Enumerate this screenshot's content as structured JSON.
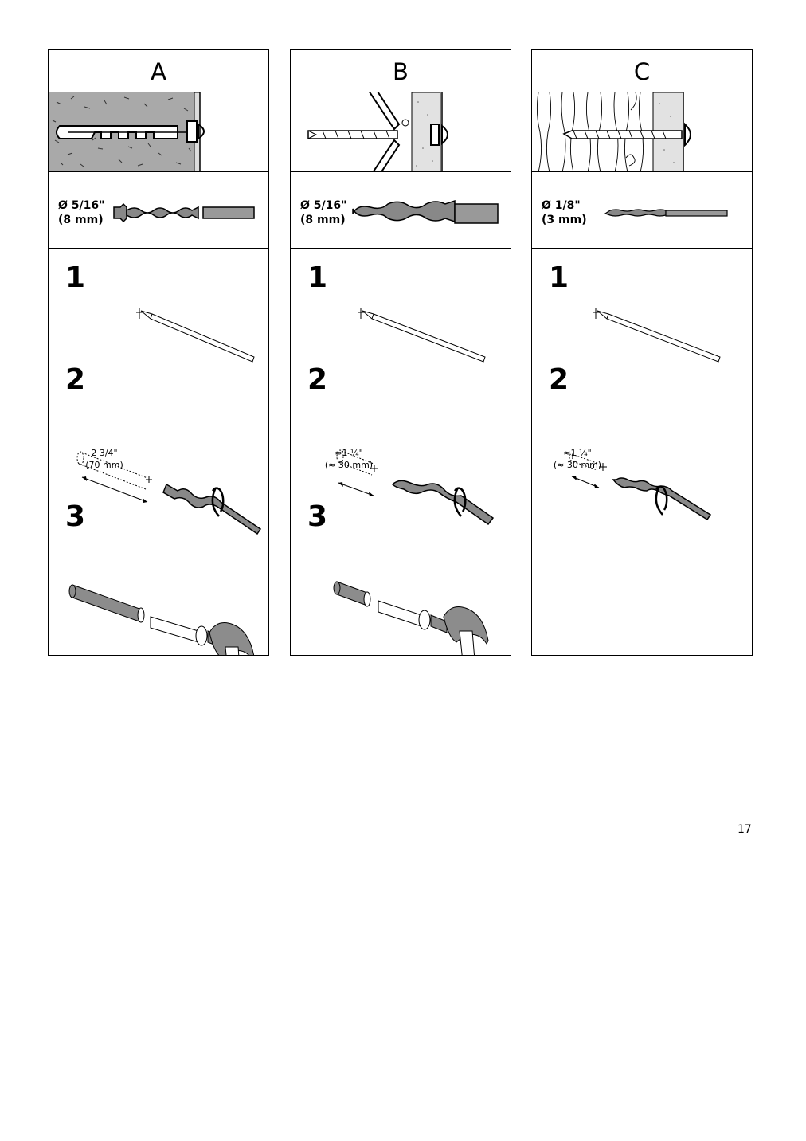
{
  "panels": [
    {
      "letter": "A",
      "wall_type": "solid-masonry",
      "drill_diameter": "Ø 5/16\"",
      "drill_diameter_mm": "(8 mm)",
      "steps": [
        "1",
        "2",
        "3"
      ],
      "hole_depth": "2 3/4\"",
      "hole_depth_mm": "(70 mm)"
    },
    {
      "letter": "B",
      "wall_type": "hollow-drywall",
      "drill_diameter": "Ø 5/16\"",
      "drill_diameter_mm": "(8 mm)",
      "steps": [
        "1",
        "2",
        "3"
      ],
      "hole_depth": "≈1 ¼\"",
      "hole_depth_mm": "(≈ 30 mm)"
    },
    {
      "letter": "C",
      "wall_type": "wood",
      "drill_diameter": "Ø 1/8\"",
      "drill_diameter_mm": "(3 mm)",
      "steps": [
        "1",
        "2"
      ],
      "hole_depth": "≈1 ¼\"",
      "hole_depth_mm": "(≈ 30 mm)"
    }
  ],
  "page_number": "17",
  "colors": {
    "line": "#000000",
    "concrete": "#a8a8a8",
    "drywall": "#e2e2e2",
    "fill_gray": "#8c8c8c"
  }
}
